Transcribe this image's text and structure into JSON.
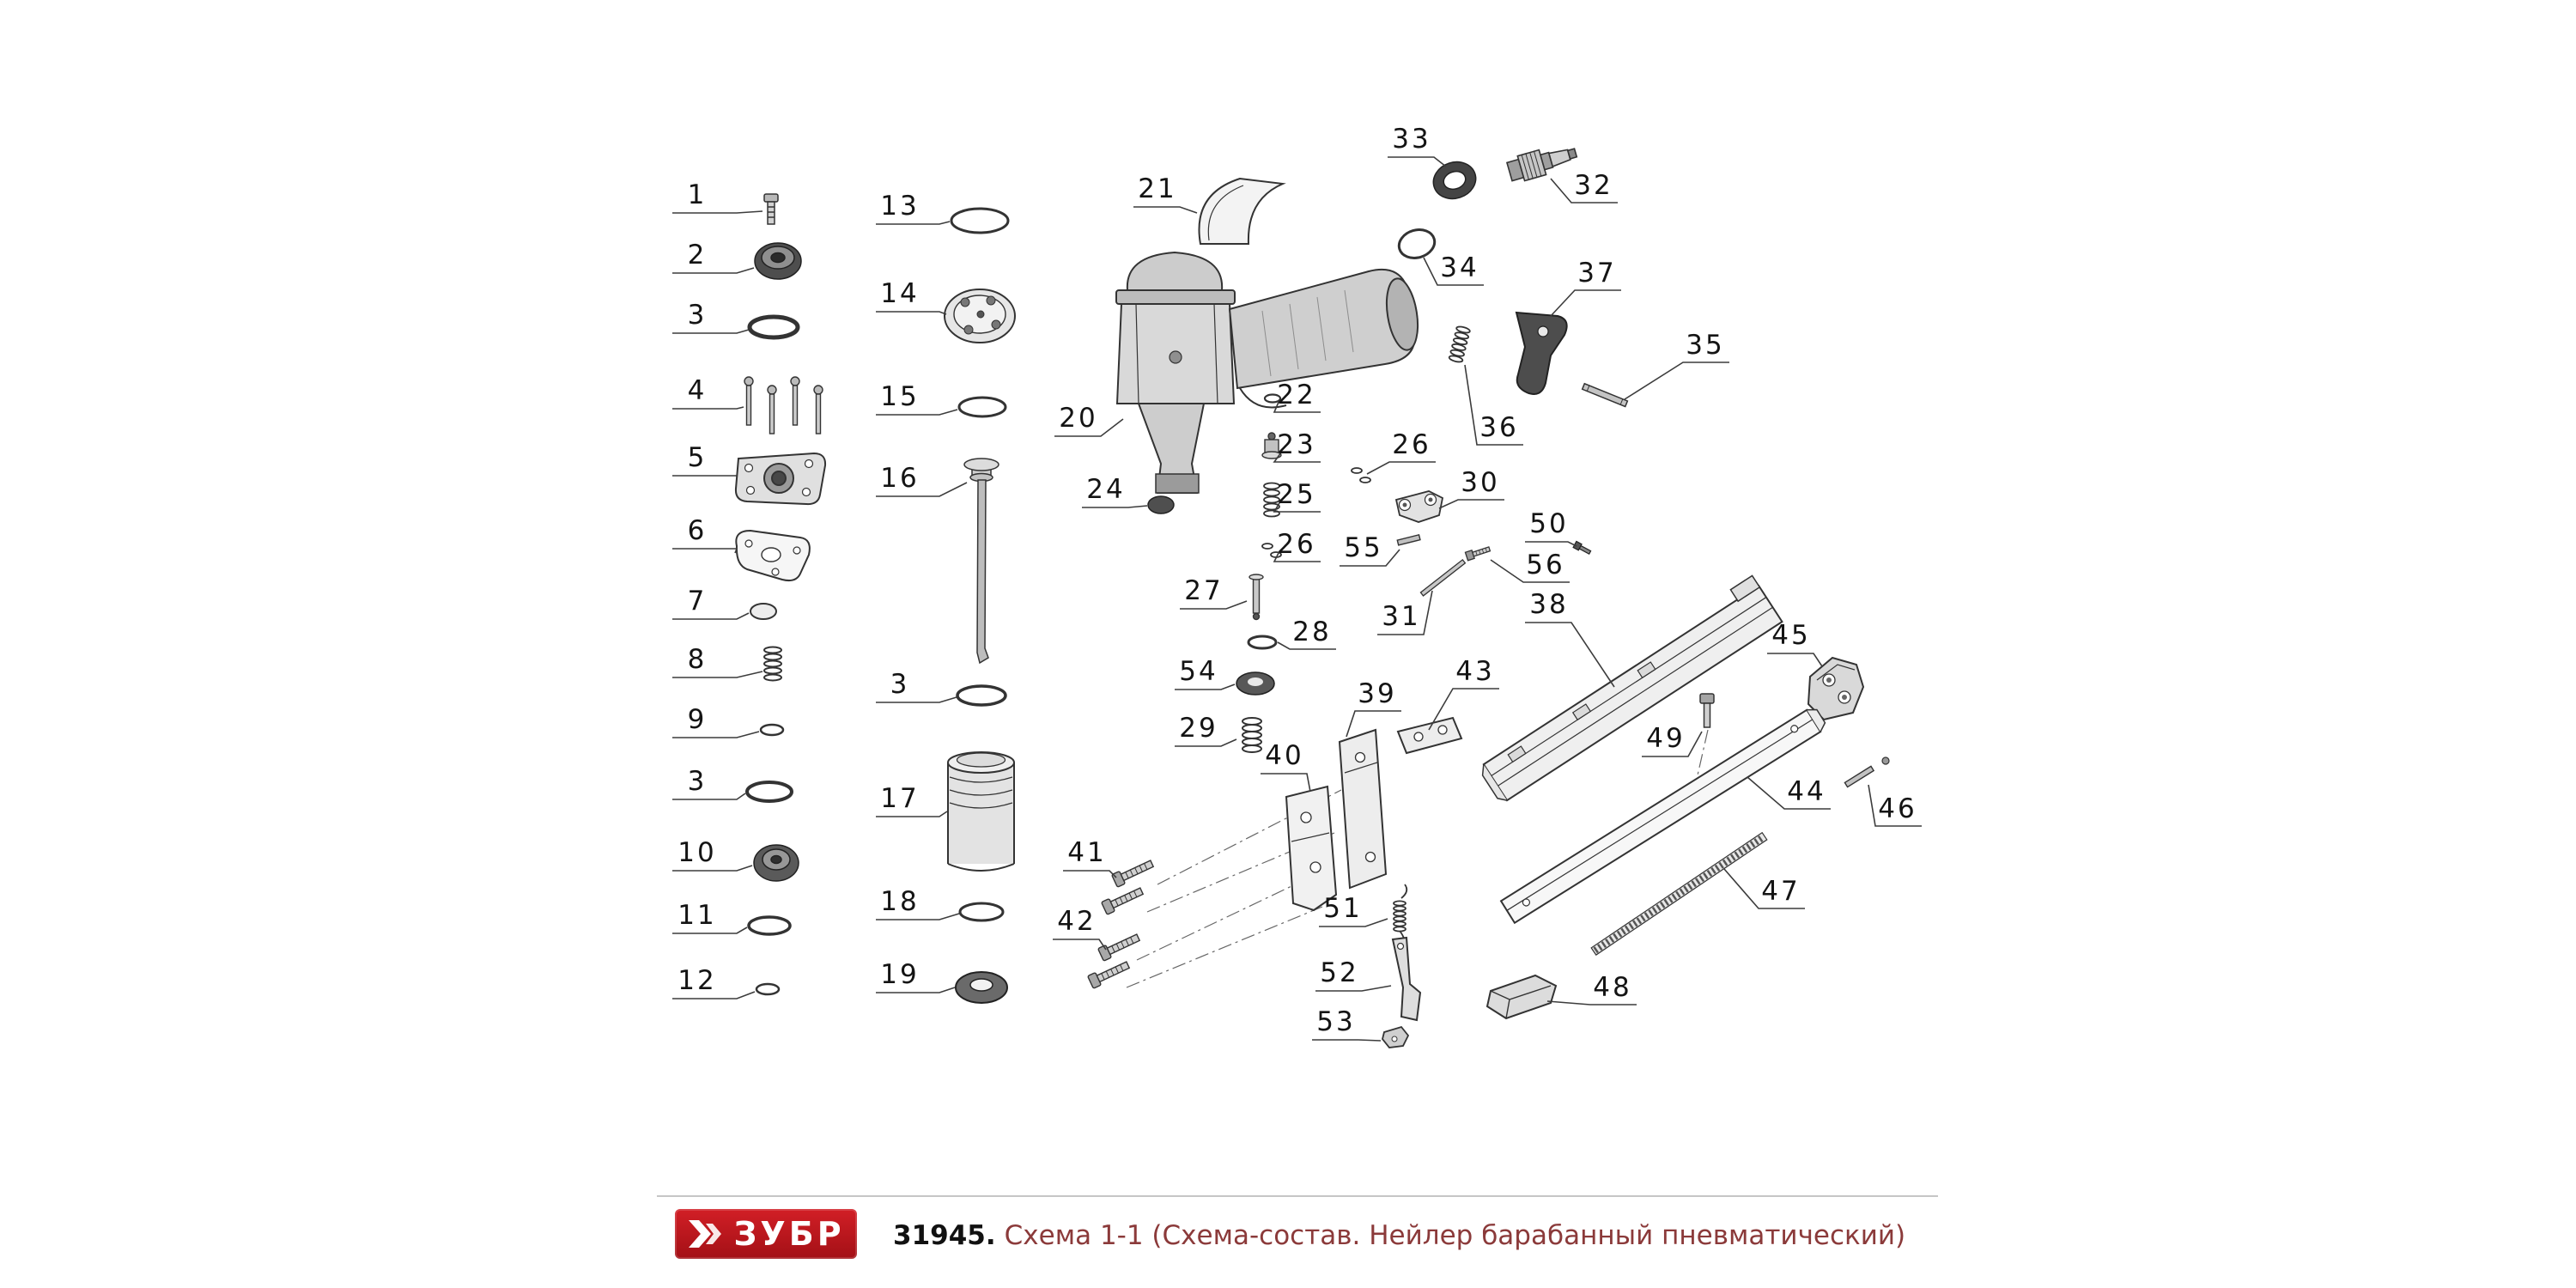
{
  "footer": {
    "brand": "ЗУБР",
    "code": "31945.",
    "title": "Схема 1-1 (Схема-состав. Нейлер барабанный пневматический)"
  },
  "colors": {
    "brand_red": "#d21f26",
    "brand_red_dark": "#a31016",
    "title_color": "#8b3a3a",
    "line_color": "#3c3c3c"
  },
  "labels": {
    "l1": "1",
    "l2": "2",
    "l3a": "3",
    "l4": "4",
    "l5": "5",
    "l6": "6",
    "l7": "7",
    "l8": "8",
    "l9": "9",
    "l3b": "3",
    "l10": "10",
    "l11": "11",
    "l12": "12",
    "l13": "13",
    "l14": "14",
    "l15": "15",
    "l16": "16",
    "l3c": "3",
    "l17": "17",
    "l18": "18",
    "l19": "19",
    "l20": "20",
    "l21": "21",
    "l22": "22",
    "l23": "23",
    "l24": "24",
    "l25": "25",
    "l26a": "26",
    "l26b": "26",
    "l27": "27",
    "l28": "28",
    "l29": "29",
    "l30": "30",
    "l31": "31",
    "l32": "32",
    "l33": "33",
    "l34": "34",
    "l35": "35",
    "l36": "36",
    "l37": "37",
    "l38": "38",
    "l39": "39",
    "l40": "40",
    "l41": "41",
    "l42": "42",
    "l43": "43",
    "l44": "44",
    "l45": "45",
    "l46": "46",
    "l47": "47",
    "l48": "48",
    "l49": "49",
    "l50": "50",
    "l51": "51",
    "l52": "52",
    "l53": "53",
    "l54": "54",
    "l55": "55",
    "l56": "56"
  }
}
